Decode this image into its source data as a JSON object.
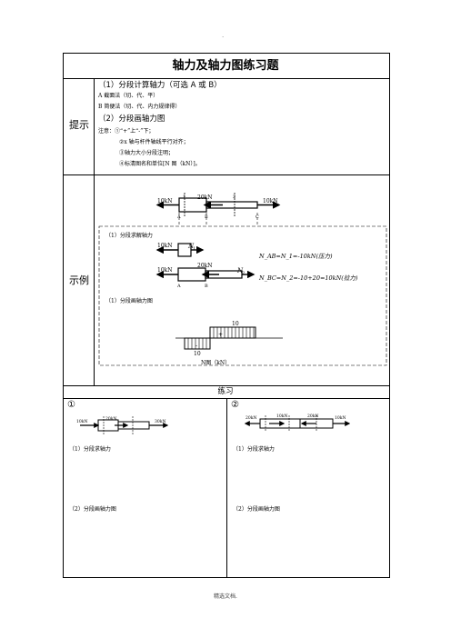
{
  "top_mark": ".",
  "title": "轴力及轴力图练习题",
  "hint": {
    "label": "提示",
    "line1": "（1）分段计算轴力（可选 A 或 B）",
    "line2": "A 截面法（切、代、平）",
    "line3": "B 简便法（切、代、内力规律得）",
    "line4": "（2）分段画轴力图",
    "note_prefix": "注意：①“+”上“-”下；",
    "note2": "②x 轴与杆件轴线平行对齐；",
    "note3": "③轴力大小分段注明；",
    "note4": "④标清图名和单位[N 图（kN）]。"
  },
  "example": {
    "label": "示例",
    "loads": {
      "left": "10kN",
      "mid": "20kN",
      "right": "10kN"
    },
    "points": {
      "a": "A",
      "b": "B",
      "c": "C"
    },
    "sections": {
      "s1": "1",
      "s2": "2"
    },
    "step1": "（1）分段求解轴力",
    "n1": "N",
    "n1_sub": "1",
    "n2": "N",
    "n2_sub": "2",
    "eq1": "N_AB=N_1=-10kN(压力)",
    "eq2": "N_BC=N_2=-10+20=10kN(拉力)",
    "step2": "（1）分段画轴力图",
    "diagram_pos": "10",
    "diagram_neg": "10",
    "plus": "+",
    "minus": "-",
    "diagram_title": "N图（kN）"
  },
  "practice": {
    "header": "练习",
    "left": {
      "num": "①",
      "loads": [
        "10kN",
        "20kN",
        "30kN"
      ],
      "step1": "（1）分段求轴力",
      "step2": "（2）分段画轴力图"
    },
    "right": {
      "num": "②",
      "loads": [
        "20kN",
        "10kN",
        "20kN",
        "10kN"
      ],
      "step1": "（1）分段求轴力",
      "step2": "（2）分段画轴力图"
    }
  },
  "footer": "精选文档."
}
